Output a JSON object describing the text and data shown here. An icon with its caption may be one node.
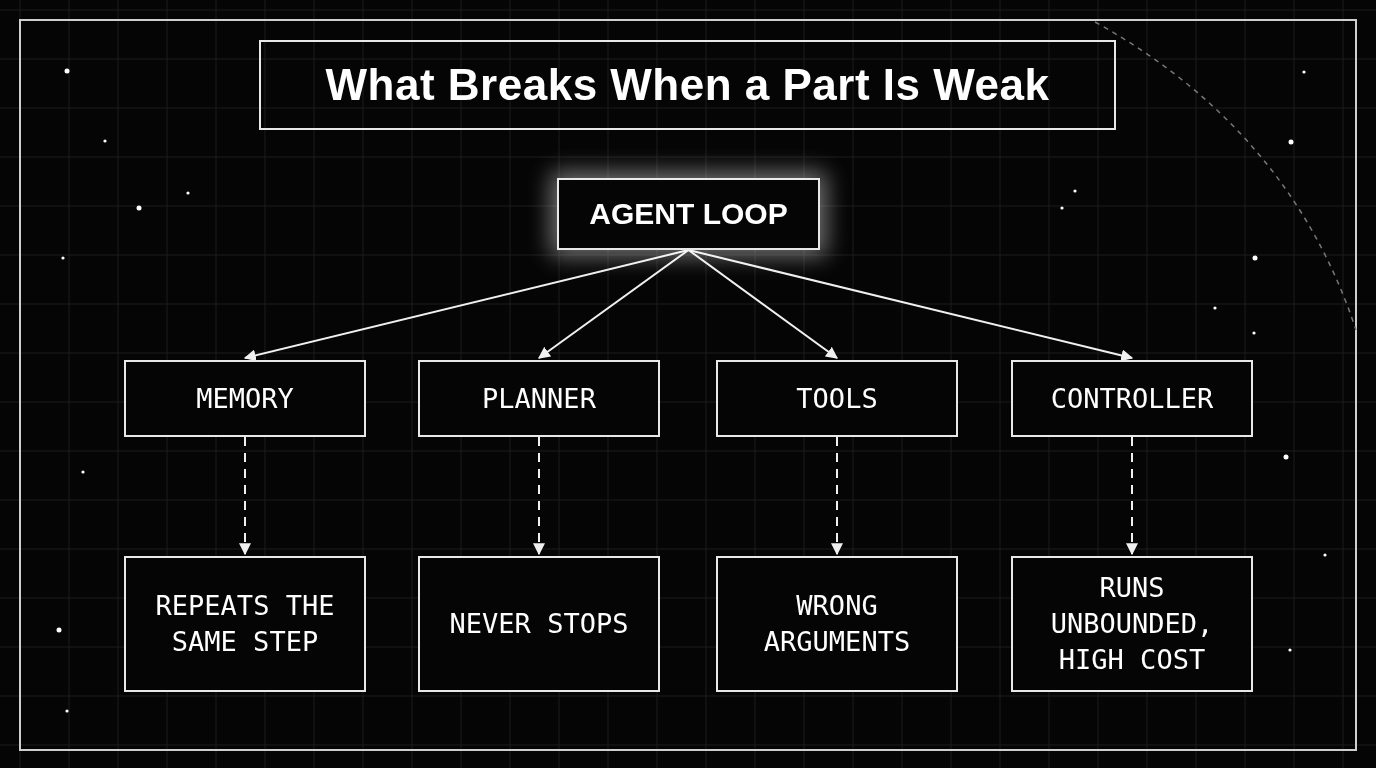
{
  "diagram": {
    "title": "What Breaks When a Part Is Weak",
    "nodes": [
      {
        "text": [
          "AGENT LOOP"
        ]
      },
      {
        "text": [
          "MEMORY"
        ]
      },
      {
        "text": [
          "PLANNER"
        ]
      },
      {
        "text": [
          "TOOLS"
        ]
      },
      {
        "text": [
          "CONTROLLER"
        ]
      },
      {
        "text": [
          "REPEATS THE SAME STEP"
        ]
      },
      {
        "text": [
          "NEVER STOPS"
        ]
      },
      {
        "text": [
          "WRONG ARGUMENTS"
        ]
      },
      {
        "text": [
          "RUNS UNBOUNDED, HIGH COST"
        ]
      }
    ],
    "edges": [
      {
        "from": 0,
        "to": 1,
        "arrow": "to"
      },
      {
        "from": 0,
        "to": 2,
        "arrow": "to"
      },
      {
        "from": 0,
        "to": 3,
        "arrow": "to"
      },
      {
        "from": 0,
        "to": 4,
        "arrow": "to"
      },
      {
        "from": 1,
        "to": 5,
        "arrow": "to",
        "style": "dashed"
      },
      {
        "from": 2,
        "to": 6,
        "arrow": "to",
        "style": "dashed"
      },
      {
        "from": 3,
        "to": 7,
        "arrow": "to",
        "style": "dashed"
      },
      {
        "from": 4,
        "to": 8,
        "arrow": "to",
        "style": "dashed"
      }
    ]
  }
}
